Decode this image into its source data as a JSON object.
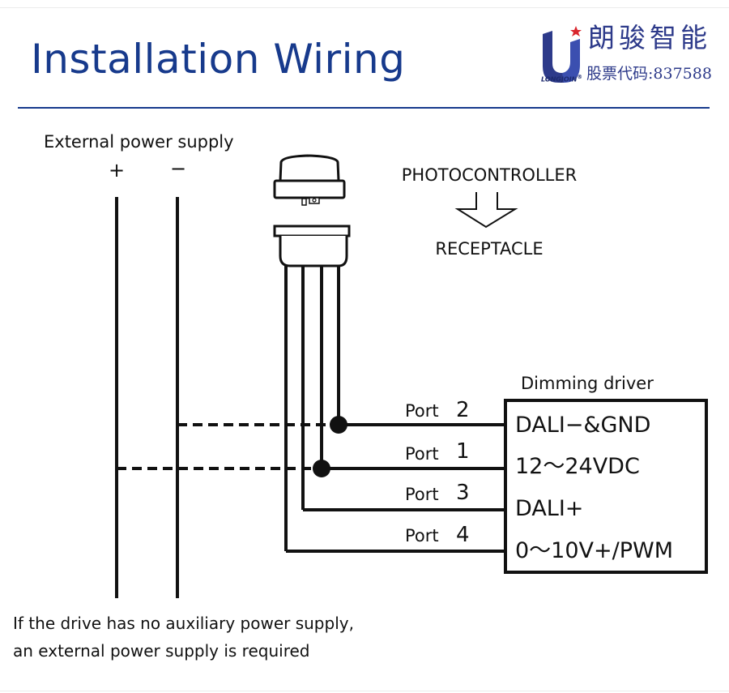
{
  "header": {
    "title": "Installation Wiring",
    "brand": {
      "name_cn": "朗骏智能",
      "stock_code": "股票代码:837588",
      "name_en": "LONGJOIN",
      "registered_mark": "®",
      "logo_icon": "u-letter-star-logo-icon",
      "colors": {
        "primary": "#2d3a8a",
        "star": "#d9272e"
      }
    }
  },
  "diagram": {
    "external_supply": {
      "label": "External power supply",
      "plus": "+",
      "minus": "−"
    },
    "photocontroller_label": "PHOTOCONTROLLER",
    "receptacle_label": "RECEPTACLE",
    "arrow_icon": "down-arrow-icon",
    "driver": {
      "label": "Dimming driver",
      "terminals": [
        "DALI−&GND",
        "12～24VDC",
        "DALI+",
        "0～10V+/PWM"
      ]
    },
    "ports": [
      {
        "word": "Port",
        "number": "2"
      },
      {
        "word": "Port",
        "number": "1"
      },
      {
        "word": "Port",
        "number": "3"
      },
      {
        "word": "Port",
        "number": "4"
      }
    ]
  },
  "note": {
    "line1": "If the drive has no auxiliary power supply,",
    "line2": "an external power supply is required"
  },
  "colors": {
    "title": "#173a8c",
    "ink": "#111111"
  }
}
